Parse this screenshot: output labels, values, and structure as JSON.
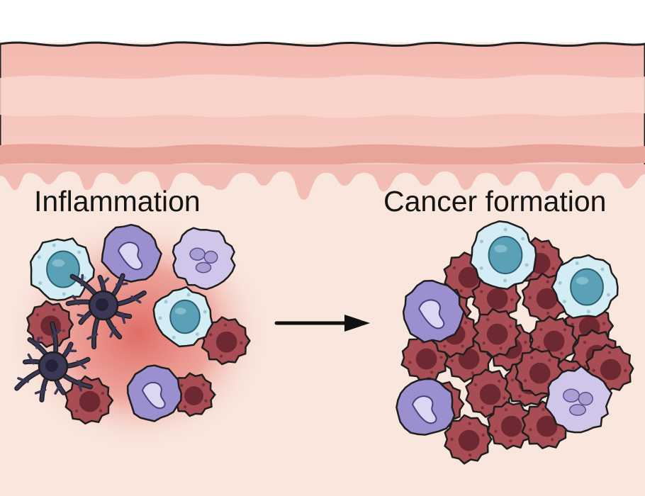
{
  "labels": {
    "left": "Inflammation",
    "right": "Cancer formation"
  },
  "colors": {
    "tissue_background": "#f9e6dd",
    "skin_band": "#f5c3ba",
    "skin_dark": "#e8a39b",
    "skin_light": "#f9d6cf",
    "inflammation_glow": "#e06a62",
    "tumor_cell": "#a94d55",
    "tumor_nucleus": "#6e2832",
    "light_blue_cell": "#d4ecf3",
    "light_blue_nucleus": "#5aa0b6",
    "purple_cell": "#9b8fcf",
    "purple_nucleus": "#dcd6f2",
    "lavender_cell": "#cfc6e9",
    "dendritic_cell": "#3a3854",
    "arrow": "#111111"
  },
  "icons": [
    "skin-layer",
    "light-blue-immune-cell-icon",
    "purple-immune-cell-icon",
    "lavender-immune-cell-icon",
    "dendritic-cell-icon",
    "tumor-cell-icon",
    "arrow-right-icon"
  ]
}
